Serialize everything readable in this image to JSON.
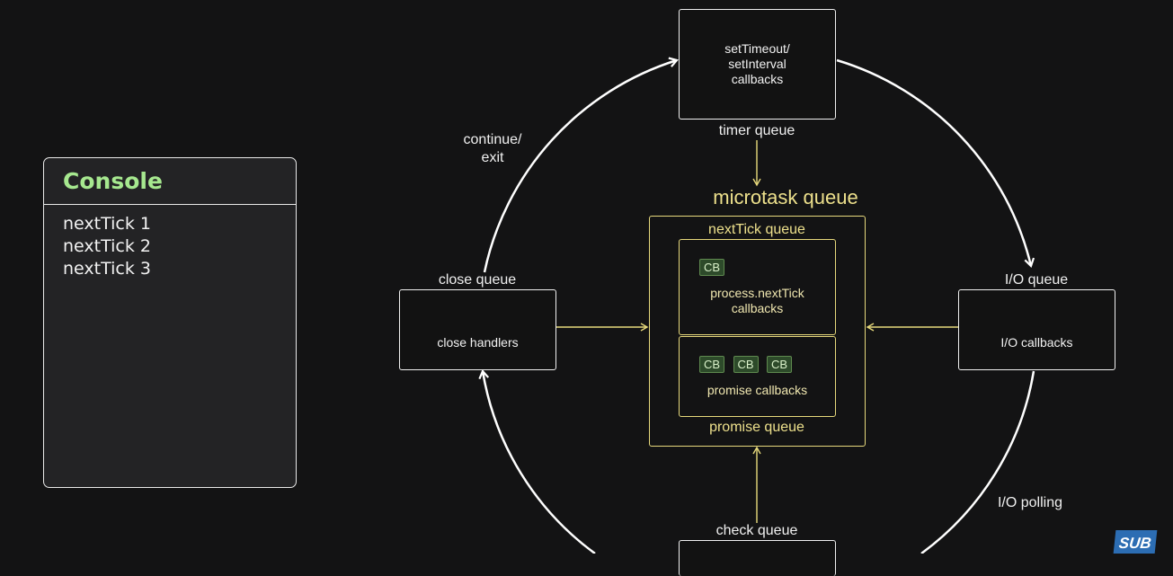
{
  "console": {
    "title": "Console",
    "lines": [
      "nextTick 1",
      "nextTick 2",
      "nextTick 3"
    ]
  },
  "diagram": {
    "timer": {
      "box_lines": [
        "setTimeout/",
        "setInterval",
        "callbacks"
      ],
      "label": "timer queue"
    },
    "io": {
      "box": "I/O callbacks",
      "label": "I/O queue"
    },
    "close": {
      "box": "close handlers",
      "label": "close queue"
    },
    "check": {
      "label": "check queue"
    },
    "continue_lines": [
      "continue/",
      "exit"
    ],
    "io_polling": "I/O polling",
    "microtask": {
      "title": "microtask queue",
      "nexttick": {
        "label": "nextTick queue",
        "cb_badges": [
          "CB"
        ],
        "text_lines": [
          "process.nextTick",
          "callbacks"
        ]
      },
      "promise": {
        "label": "promise queue",
        "cb_badges": [
          "CB",
          "CB",
          "CB"
        ],
        "text": "promise callbacks"
      }
    }
  },
  "badge": "SUB",
  "colors": {
    "background": "#131314",
    "console_title": "#a6e88f",
    "microtask_accent": "#e7d97c",
    "cb_fill": "#2d4a2a"
  }
}
